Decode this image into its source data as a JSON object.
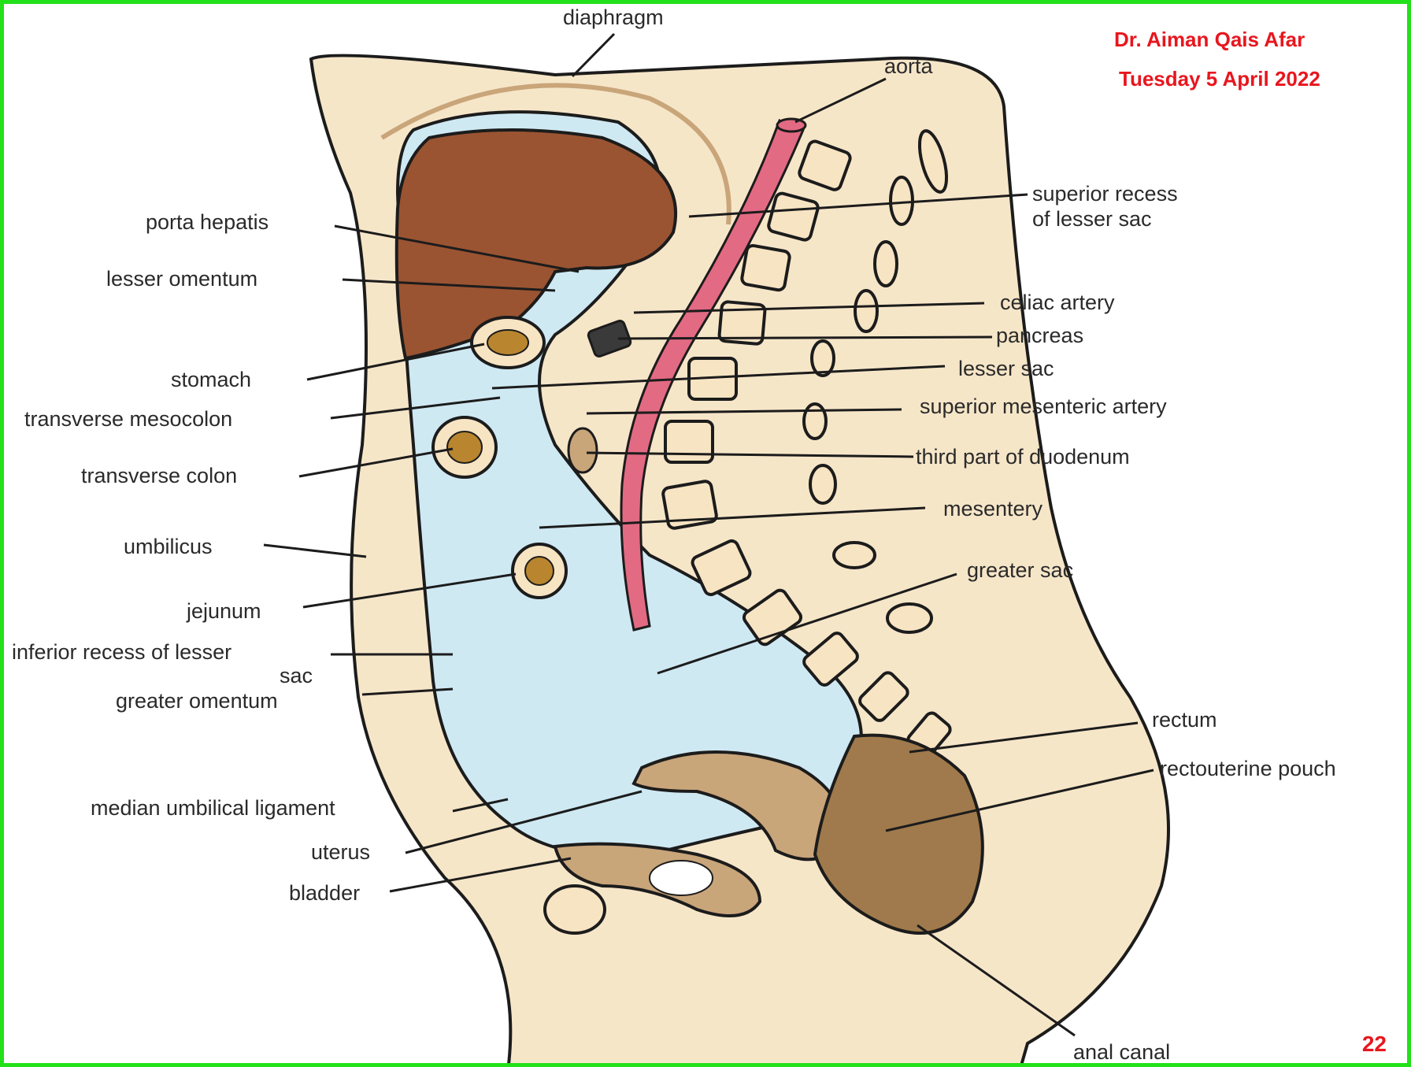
{
  "header": {
    "author": "Dr. Aiman Qais Afar",
    "date": "Tuesday 5 April 2022"
  },
  "page_number": "22",
  "colors": {
    "border": "#22e01a",
    "header_text": "#e8161e",
    "skin": "#f6e6c8",
    "peritoneal_cavity": "#cfe9f3",
    "liver": "#9a5432",
    "aorta": "#e36a83",
    "vertebra": "#f7e4c3",
    "organ_tan": "#c9a57a"
  },
  "labels": {
    "diaphragm": "diaphragm",
    "aorta": "aorta",
    "superior_recess_1": "superior recess",
    "superior_recess_2": "of lesser sac",
    "porta_hepatis": "porta hepatis",
    "lesser_omentum": "lesser omentum",
    "celiac_artery": "celiac artery",
    "pancreas": "pancreas",
    "stomach": "stomach",
    "lesser_sac": "lesser sac",
    "transverse_mesocolon": "transverse mesocolon",
    "superior_mesenteric_artery": "superior mesenteric artery",
    "transverse_colon": "transverse colon",
    "third_part_duodenum": "third part of duodenum",
    "mesentery": "mesentery",
    "umbilicus": "umbilicus",
    "greater_sac": "greater sac",
    "jejunum": "jejunum",
    "inferior_recess_1": "inferior recess of lesser",
    "inferior_recess_2": "sac",
    "greater_omentum": "greater omentum",
    "rectum": "rectum",
    "rectouterine_pouch": "rectouterine pouch",
    "median_umbilical_ligament": "median umbilical ligament",
    "uterus": "uterus",
    "bladder": "bladder",
    "anal_canal": "anal canal"
  }
}
